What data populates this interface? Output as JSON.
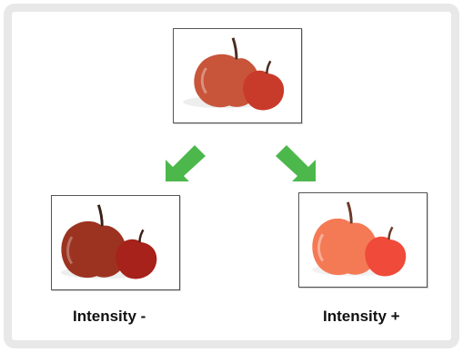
{
  "images": {
    "original": {
      "icon": "apples-image",
      "tone": "normal"
    },
    "minus": {
      "icon": "apples-image",
      "tone": "darker",
      "caption": "Intensity -"
    },
    "plus": {
      "icon": "apples-image",
      "tone": "lighter",
      "caption": "Intensity +"
    }
  },
  "arrows": {
    "color": "#4cb84c",
    "directions": [
      "down-left",
      "down-right"
    ]
  },
  "colors": {
    "panel_border": "#e8e8e8",
    "apple_normal_big": "#c8553a",
    "apple_normal_small": "#c83a2a",
    "apple_dark_big": "#9c3320",
    "apple_dark_small": "#a6221a",
    "apple_light_big": "#f47a55",
    "apple_light_small": "#f04a3a"
  }
}
